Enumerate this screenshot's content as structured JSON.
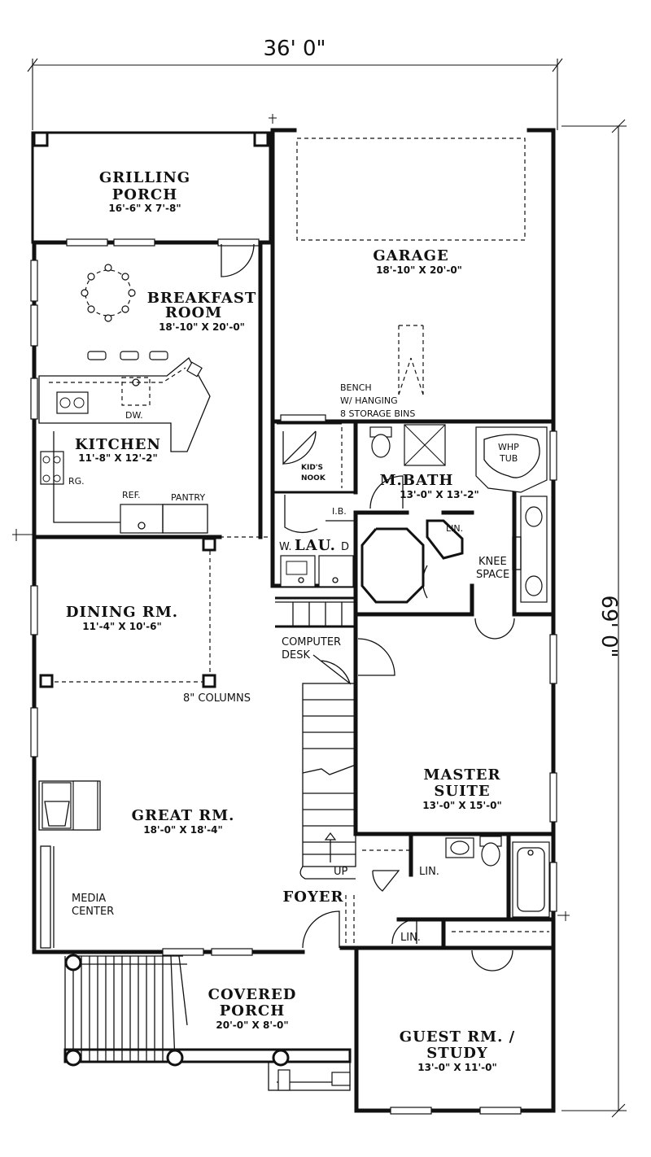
{
  "dimensions": {
    "width": "36' 0\"",
    "depth": "69' 0\""
  },
  "rooms": {
    "grilling_porch": {
      "name1": "GRILLING",
      "name2": "PORCH",
      "size": "16'-6\" X 7'-8\""
    },
    "breakfast": {
      "name1": "BREAKFAST",
      "name2": "ROOM",
      "size": "18'-10\" X 20'-0\""
    },
    "kitchen": {
      "name": "KITCHEN",
      "size": "11'-8\" X 12'-2\""
    },
    "garage": {
      "name": "GARAGE",
      "size": "18'-10\" X 20'-0\""
    },
    "mbath": {
      "name": "M.BATH",
      "size": "13'-0\" X 13'-2\""
    },
    "lau": {
      "name": "LAU."
    },
    "dining": {
      "name": "DINING RM.",
      "size": "11'-4\" X 10'-6\""
    },
    "great": {
      "name": "GREAT RM.",
      "size": "18'-0\" X 18'-4\""
    },
    "master": {
      "name": "MASTER",
      "name2": "SUITE",
      "size": "13'-0\" X 15'-0\""
    },
    "foyer": {
      "name": "FOYER"
    },
    "covered_porch": {
      "name1": "COVERED",
      "name2": "PORCH",
      "size": "20'-0\" X 8'-0\""
    },
    "guest": {
      "name1": "GUEST RM. /",
      "name2": "STUDY",
      "size": "13'-0\" X 11'-0\""
    }
  },
  "labels": {
    "dw": "DW.",
    "rg": "RG.",
    "ref": "REF.",
    "pantry": "PANTRY",
    "bench1": "BENCH",
    "bench2": "W/ HANGING",
    "bench3": "8 STORAGE BINS",
    "kids1": "KID'S",
    "kids2": "NOOK",
    "ib": "I.B.",
    "w": "W.",
    "d": "D",
    "lin1": "LIN.",
    "lin2": "LIN.",
    "lin3": "LIN.",
    "whp1": "WHP",
    "whp2": "TUB",
    "knee1": "KNEE",
    "knee2": "SPACE",
    "computer1": "COMPUTER",
    "computer2": "DESK",
    "columns": "8\" COLUMNS",
    "media1": "MEDIA",
    "media2": "CENTER",
    "up": "UP"
  }
}
